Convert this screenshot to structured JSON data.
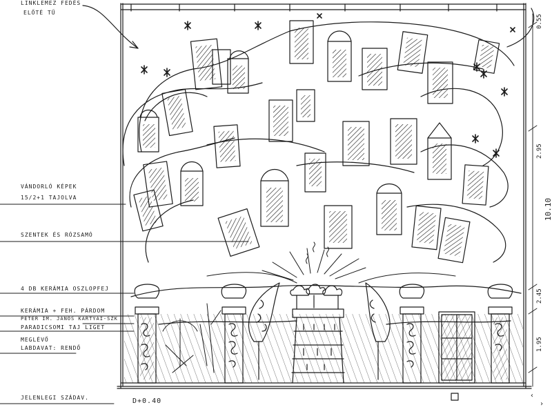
{
  "sketch": {
    "ink_color": "#1a1a1a",
    "paper_color": "#ffffff",
    "top_note": {
      "line1": "LINKLEMEZ FEDÉS",
      "line2": "ELŐTÉ TŰ"
    },
    "side_notes": [
      {
        "line1": "VÁNDORLÓ KÉPEK",
        "line2": "15/2+1 TAJOLVA"
      },
      {
        "line1": "SZENTEK ÉS RÓZSAMÓ"
      },
      {
        "line1": "4 DB KERÁMIA OSZLOPFEJ"
      },
      {
        "line1": "KERÁMIA + FEH. PÁRDOM"
      },
      {
        "line1": "PÉTER IM. JÁNOS KÁRTYÁI-SZK"
      },
      {
        "line1": "PARADICSOMI TAJ LIGET"
      },
      {
        "line1": "MEGLÉVŐ"
      },
      {
        "line1": "LABDAVAT: RENDŐ"
      }
    ],
    "bottom_note": "JELENLEGI SZÁDAV.",
    "bottom_dim": "D+0.40",
    "right_dims": [
      "0.55",
      "1.95",
      "2.45",
      "10.10",
      "2.95"
    ],
    "corner_marks": [
      "‹",
      "›"
    ]
  }
}
